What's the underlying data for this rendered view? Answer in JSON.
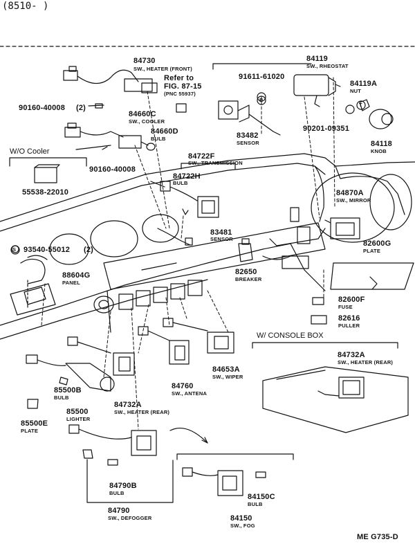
{
  "header": {
    "date_range": "(8510-        )"
  },
  "footer": {
    "code": "ME  G735-D"
  },
  "notes": {
    "wo_cooler": "W/O Cooler",
    "w_console_box": "W/ CONSOLE  BOX",
    "refer_line1": "Refer to",
    "refer_line2": "FIG. 87-15",
    "refer_pnc": "(PNC 55937)"
  },
  "parts": [
    {
      "id": "84730",
      "desc": "SW., HEATER (FRONT)"
    },
    {
      "id": "90160-40008",
      "qty": "(2)"
    },
    {
      "id": "91611-61020"
    },
    {
      "id": "84119",
      "desc": "SW., RHEOSTAT"
    },
    {
      "id": "84119A",
      "desc": "NUT"
    },
    {
      "id": "84660C",
      "desc": "SW., COOLER"
    },
    {
      "id": "84660D",
      "desc": "BULB"
    },
    {
      "id": "83482",
      "desc": "SENSOR"
    },
    {
      "id": "90201-09351"
    },
    {
      "id": "84118",
      "desc": "KNOB"
    },
    {
      "id": "90160-40008b",
      "label": "90160-40008"
    },
    {
      "id": "55538-22010"
    },
    {
      "id": "84722F",
      "desc": "SW., TRANSMISSION"
    },
    {
      "id": "84722H",
      "desc": "BULB"
    },
    {
      "id": "84870A",
      "desc": "SW., MIRROR"
    },
    {
      "id": "83481",
      "desc": "SENSOR"
    },
    {
      "id": "93540-55012",
      "qty": "(2)"
    },
    {
      "id": "82600G",
      "desc": "PLATE"
    },
    {
      "id": "82650",
      "desc": "BREAKER"
    },
    {
      "id": "88604G",
      "desc": "PANEL"
    },
    {
      "id": "82600F",
      "desc": "FUSE"
    },
    {
      "id": "82616",
      "desc": "PULLER"
    },
    {
      "id": "84732A",
      "desc": "SW., HEATER (REAR)"
    },
    {
      "id": "84653A",
      "desc": "SW., WIPER"
    },
    {
      "id": "84760",
      "desc": "SW., ANTENA"
    },
    {
      "id": "85500B",
      "desc": "BULB"
    },
    {
      "id": "85500",
      "desc": "LIGHTER"
    },
    {
      "id": "85500E",
      "desc": "PLATE"
    },
    {
      "id": "84732A-2",
      "label": "84732A",
      "desc": "SW., HEATER (REAR)"
    },
    {
      "id": "84790B",
      "desc": "BULB"
    },
    {
      "id": "84790",
      "desc": "SW., DEFOGGER"
    },
    {
      "id": "84150C",
      "desc": "BULB"
    },
    {
      "id": "84150",
      "desc": "SW., FOG"
    }
  ],
  "markers": {
    "b": "B",
    "s": "S",
    "t": "T"
  }
}
